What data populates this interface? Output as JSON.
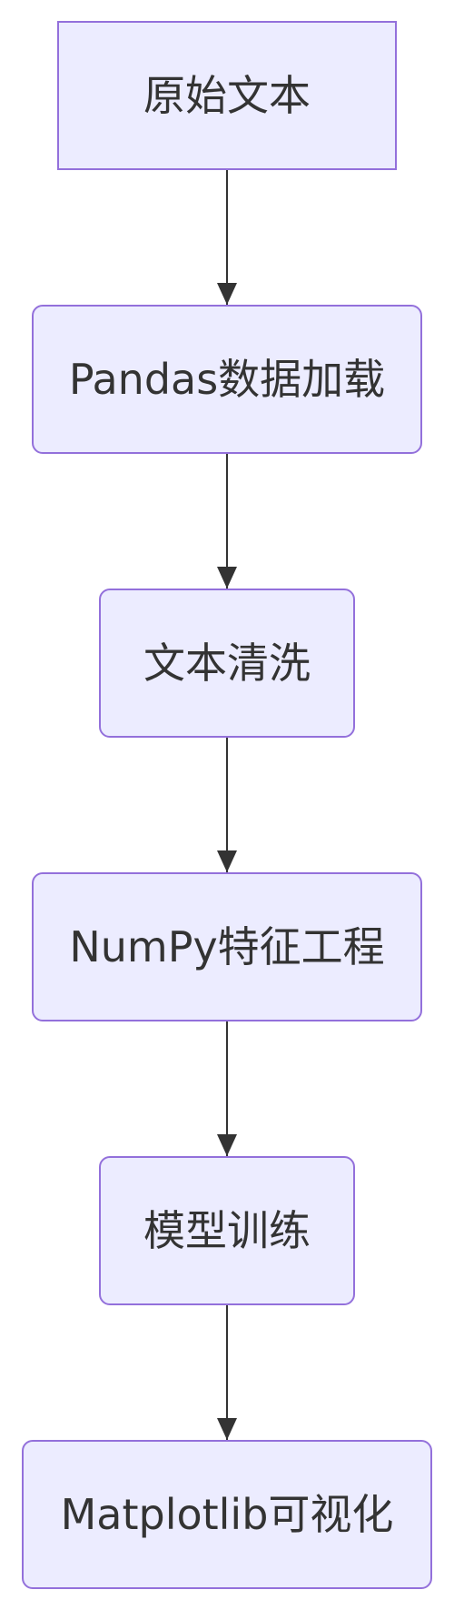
{
  "diagram": {
    "type": "flowchart",
    "direction": "top-to-bottom",
    "colors": {
      "node_fill": "#ececff",
      "node_border": "#9370db",
      "text": "#333333",
      "edge": "#333333"
    },
    "nodes": [
      {
        "id": "raw_text",
        "label": "原始文本",
        "shape": "rectangle"
      },
      {
        "id": "pandas_load",
        "label": "Pandas数据加载",
        "shape": "rounded"
      },
      {
        "id": "text_clean",
        "label": "文本清洗",
        "shape": "rounded"
      },
      {
        "id": "numpy_features",
        "label": "NumPy特征工程",
        "shape": "rounded"
      },
      {
        "id": "model_train",
        "label": "模型训练",
        "shape": "rounded"
      },
      {
        "id": "matplotlib_viz",
        "label": "Matplotlib可视化",
        "shape": "rounded"
      }
    ],
    "edges": [
      {
        "from": "raw_text",
        "to": "pandas_load"
      },
      {
        "from": "pandas_load",
        "to": "text_clean"
      },
      {
        "from": "text_clean",
        "to": "numpy_features"
      },
      {
        "from": "numpy_features",
        "to": "model_train"
      },
      {
        "from": "model_train",
        "to": "matplotlib_viz"
      }
    ]
  }
}
